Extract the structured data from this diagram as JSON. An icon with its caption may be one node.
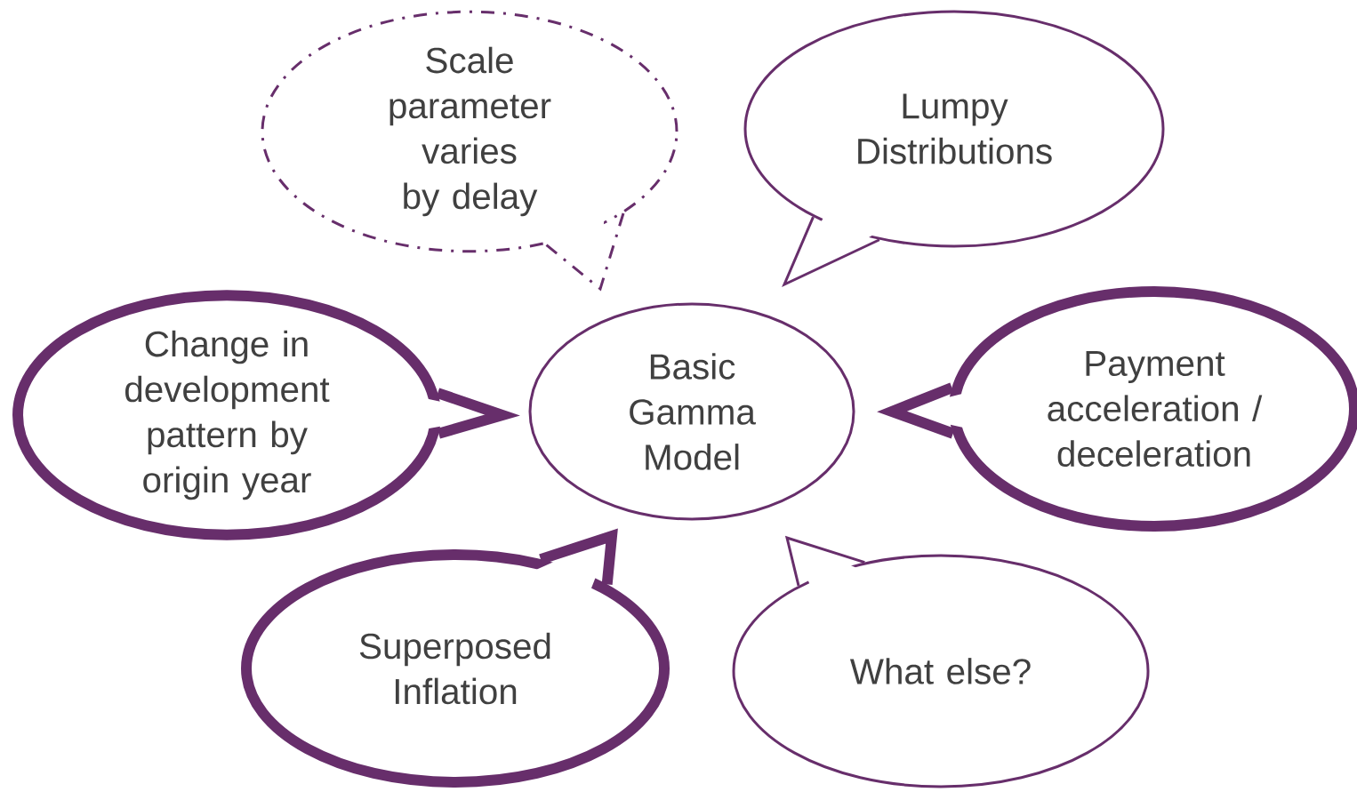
{
  "diagram": {
    "nodes": [
      {
        "text": [
          "Scale parameter varies by delay"
        ]
      },
      {
        "text": [
          "Lumpy Distributions"
        ]
      },
      {
        "text": [
          "Change in development pattern by origin year"
        ]
      },
      {
        "text": [
          "Basic Gamma Model"
        ]
      },
      {
        "text": [
          "Payment acceleration / deceleration"
        ]
      },
      {
        "text": [
          "Superposed Inflation"
        ]
      },
      {
        "text": [
          "What else?"
        ]
      }
    ]
  }
}
